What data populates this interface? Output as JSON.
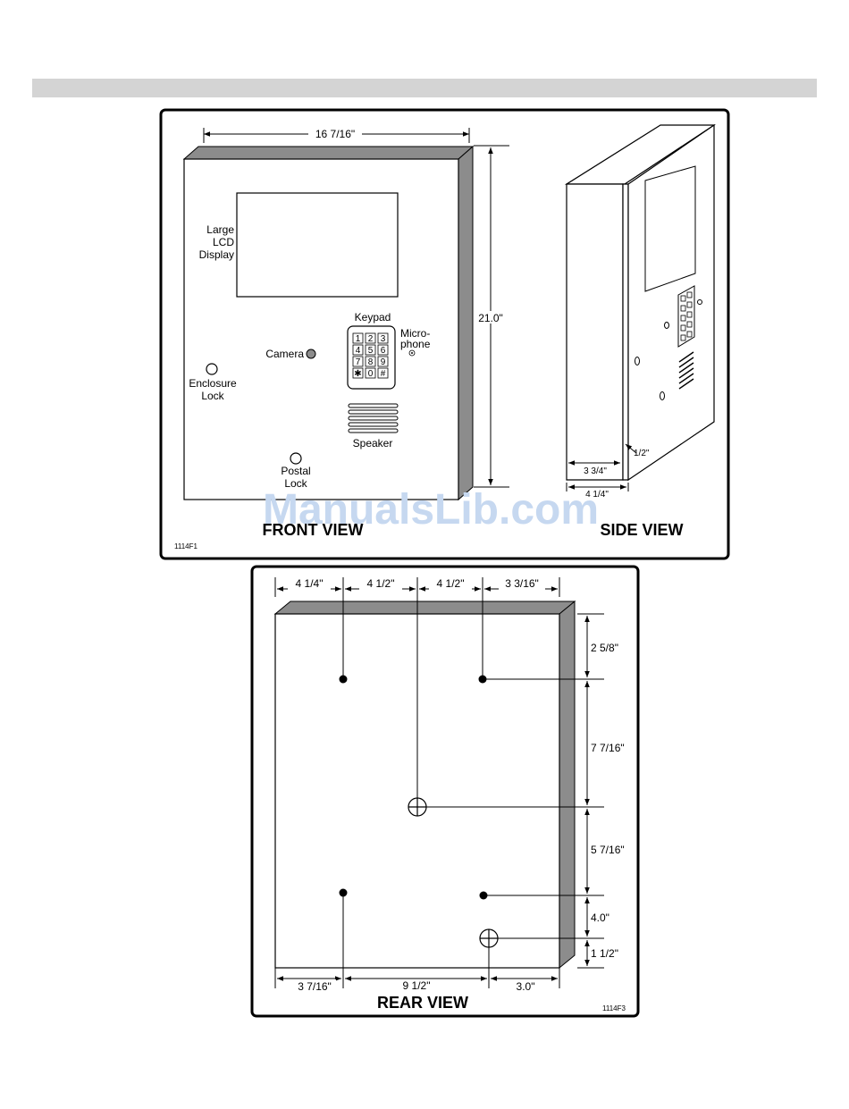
{
  "front_view": {
    "title": "FRONT VIEW",
    "code": "1114F1",
    "width_dim": "16 7/16\"",
    "height_dim": "21.0\"",
    "lcd_label_lines": [
      "Large",
      "LCD",
      "Display"
    ],
    "keypad_label": "Keypad",
    "keys": [
      "1",
      "2",
      "3",
      "4",
      "5",
      "6",
      "7",
      "8",
      "9",
      "✱",
      "0",
      "#"
    ],
    "microphone_label_lines": [
      "Micro-",
      "phone"
    ],
    "camera_label": "Camera",
    "enclosure_lock_lines": [
      "Enclosure",
      "Lock"
    ],
    "speaker_label": "Speaker",
    "postal_lock_lines": [
      "Postal",
      "Lock"
    ]
  },
  "side_view": {
    "title": "SIDE VIEW",
    "dim_half": "1/2\"",
    "dim_depth_inner": "3 3/4\"",
    "dim_depth_outer": "4 1/4\""
  },
  "watermark": "ManualsLib.com",
  "rear_view": {
    "title": "REAR VIEW",
    "code": "1114F3",
    "top_dims": [
      "4 1/4\"",
      "4 1/2\"",
      "4 1/2\"",
      "3 3/16\""
    ],
    "right_dims": [
      "2 5/8\"",
      "7 7/16\"",
      "5 7/16\"",
      "4.0\"",
      "1 1/2\""
    ],
    "bottom_dims": [
      "3 7/16\"",
      "9 1/2\"",
      "3.0\""
    ]
  },
  "colors": {
    "bar": "#d4d4d4",
    "shade": "#8c8c8c",
    "watermark": "#c6d8f0"
  }
}
